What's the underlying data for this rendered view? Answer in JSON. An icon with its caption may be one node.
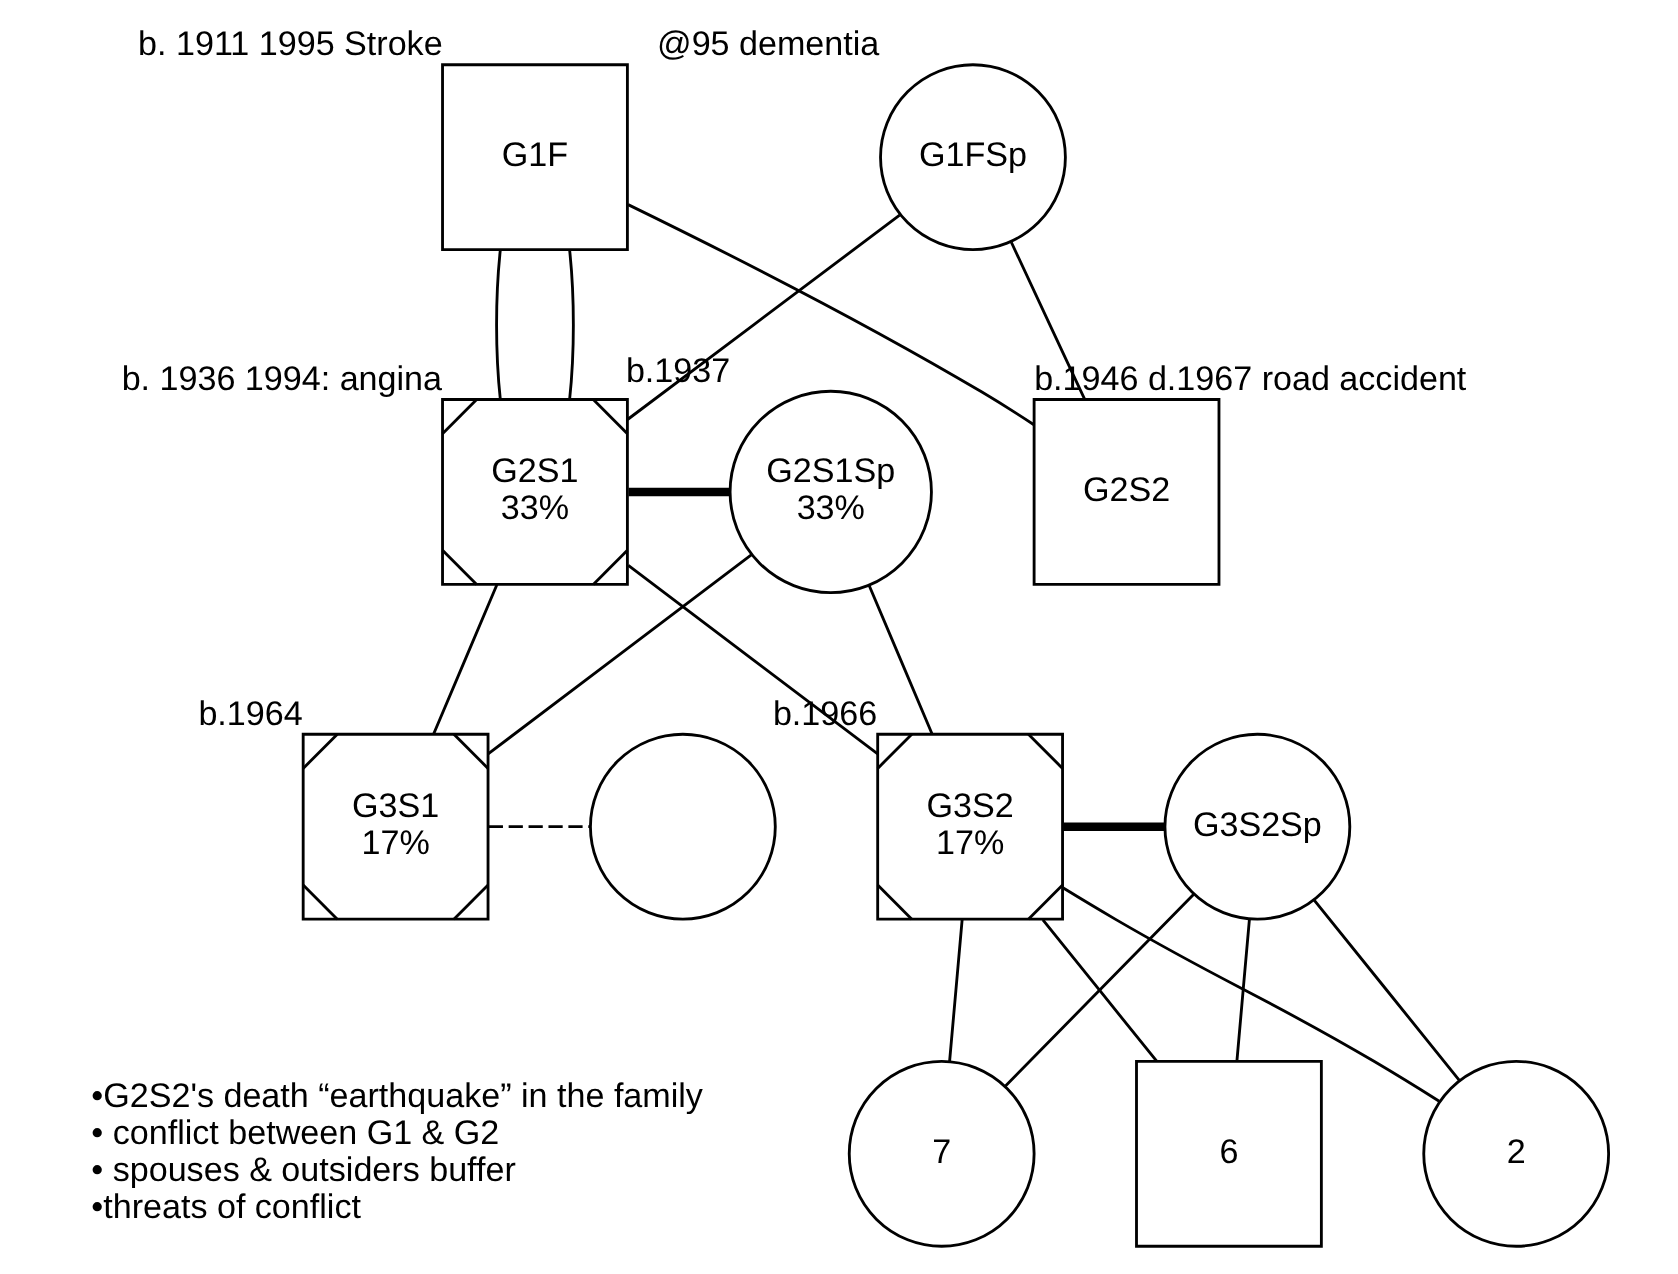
{
  "diagram": {
    "nodes": [
      {
        "text": [
          "G1F"
        ],
        "beside": [
          "b. 1911 1995 Stroke"
        ]
      },
      {
        "text": [
          "G1FSp"
        ],
        "beside": [
          "@95 dementia"
        ]
      },
      {
        "text": [
          "G2S1",
          "33%"
        ],
        "beside": [
          "b. 1936 1994: angina"
        ]
      },
      {
        "text": [
          "G2S1Sp",
          "33%"
        ],
        "beside": [
          "b.1937"
        ]
      },
      {
        "text": [
          "G2S2"
        ],
        "beside": [
          "b.1946 d.1967 road accident"
        ]
      },
      {
        "text": [
          "G3S1",
          "17%"
        ],
        "beside": [
          "b.1964"
        ]
      },
      {
        "text": [],
        "shape": "circle"
      },
      {
        "text": [
          "G3S2",
          "17%"
        ],
        "beside": [
          "b.1966"
        ]
      },
      {
        "text": [
          "G3S2Sp"
        ]
      },
      {
        "text": [
          "7"
        ]
      },
      {
        "text": [
          "6"
        ]
      },
      {
        "text": [
          "2"
        ]
      }
    ],
    "edges": [
      {
        "from": 0,
        "to": 2,
        "arrow": "none"
      },
      {
        "from": 0,
        "to": 4,
        "arrow": "none"
      },
      {
        "from": 1,
        "to": 2,
        "arrow": "none"
      },
      {
        "from": 1,
        "to": 4,
        "arrow": "none"
      },
      {
        "from": 0,
        "to": 2,
        "arrow": "none"
      },
      {
        "from": 2,
        "to": 3,
        "arrow": "none",
        "style": "thick"
      },
      {
        "from": 2,
        "to": 5,
        "arrow": "none"
      },
      {
        "from": 2,
        "to": 7,
        "arrow": "none"
      },
      {
        "from": 3,
        "to": 5,
        "arrow": "none"
      },
      {
        "from": 3,
        "to": 7,
        "arrow": "none"
      },
      {
        "from": 5,
        "to": 6,
        "arrow": "none",
        "style": "dashed"
      },
      {
        "from": 7,
        "to": 8,
        "arrow": "none",
        "style": "thick"
      },
      {
        "from": 7,
        "to": 9,
        "arrow": "none"
      },
      {
        "from": 7,
        "to": 10,
        "arrow": "none"
      },
      {
        "from": 7,
        "to": 11,
        "arrow": "none"
      },
      {
        "from": 8,
        "to": 9,
        "arrow": "none"
      },
      {
        "from": 8,
        "to": 10,
        "arrow": "none"
      },
      {
        "from": 8,
        "to": 11,
        "arrow": "none"
      }
    ],
    "labels": [
      "•G2S2's death “earthquake” in the family",
      "• conflict between G1 & G2",
      "• spouses & outsiders buffer",
      "•threats of conflict"
    ]
  }
}
